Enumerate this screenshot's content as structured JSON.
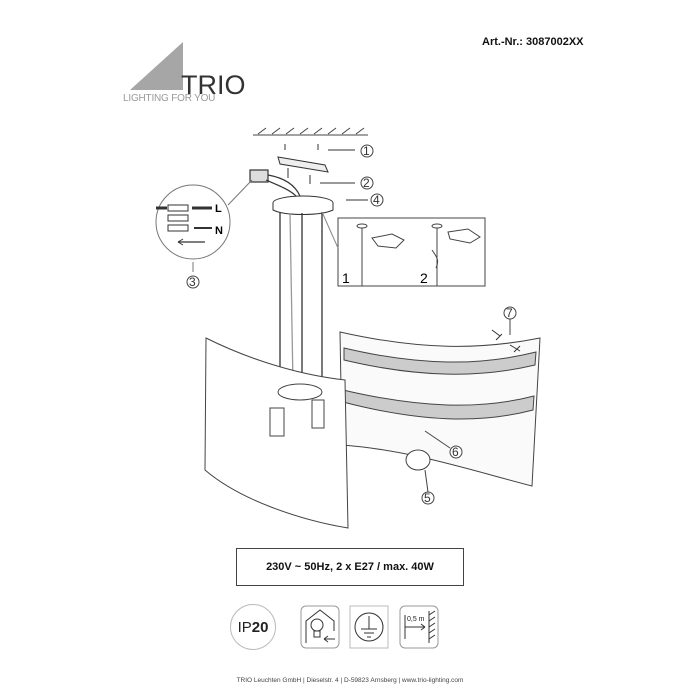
{
  "header": {
    "article_number": "Art.-Nr.: 3087002XX",
    "brand": {
      "name": "TRIO",
      "tagline": "LIGHTING FOR YOU"
    }
  },
  "diagram": {
    "callouts": [
      "1",
      "2",
      "3",
      "4",
      "5",
      "6",
      "7"
    ],
    "wiring_labels": {
      "live": "L",
      "neutral": "N"
    },
    "inset_steps": [
      "1",
      "2"
    ]
  },
  "specs": {
    "text": "230V ~ 50Hz, 2 x E27 / max. 40W",
    "ip_rating_prefix": "IP",
    "ip_rating_value": "20",
    "distance": "0,5 m"
  },
  "footer": {
    "text": "TRIO Leuchten GmbH  |  Dieselstr. 4  |  D-59823 Arnsberg  |  www.trio-lighting.com"
  }
}
